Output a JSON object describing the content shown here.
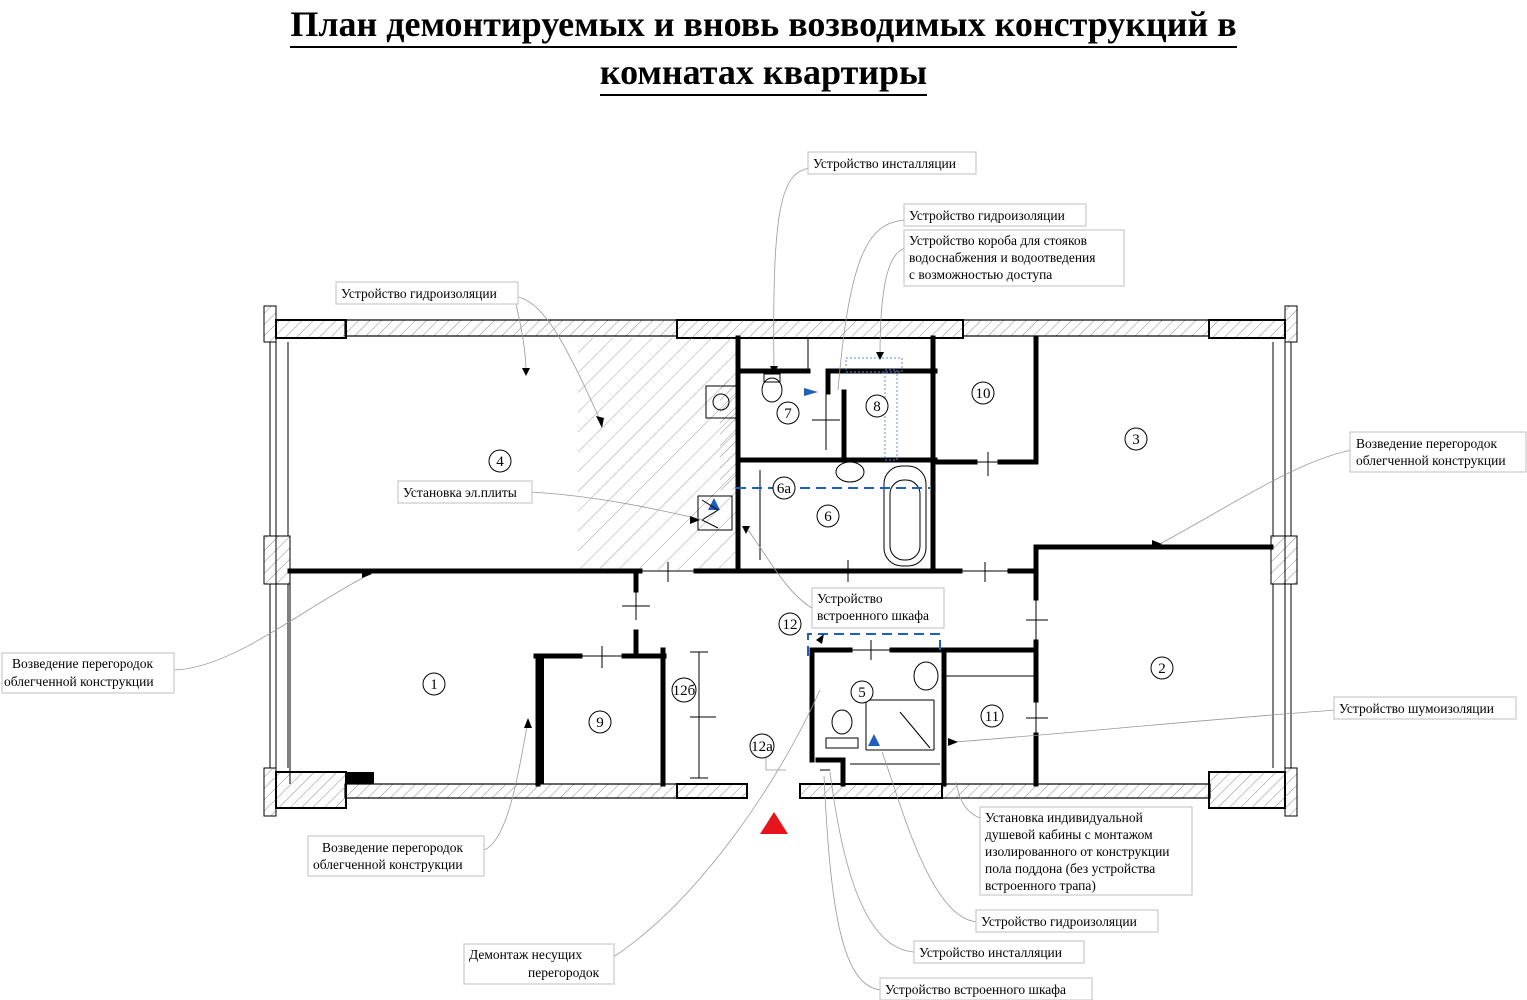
{
  "title": {
    "line1": "План демонтируемых и вновь возводимых конструкций в",
    "line2": "комнатах квартиры"
  },
  "rooms": [
    "1",
    "2",
    "3",
    "4",
    "5",
    "6",
    "6а",
    "7",
    "8",
    "9",
    "10",
    "11",
    "12",
    "12а",
    "12б"
  ],
  "callouts": {
    "installation_top": "Устройство инсталляции",
    "waterproof_top": "Устройство гидроизоляции",
    "riser_box_1": "Устройство короба для стояков",
    "riser_box_2": "водоснабжения и водоотведения",
    "riser_box_3": "с возможностью доступа",
    "waterproof_left": "Устройство гидроизоляции",
    "partition_right_1": "Возведение перегородок",
    "partition_right_2": "облегченной конструкции",
    "stove": "Установка эл.плиты",
    "builtin_wardrobe_1": "Устройство",
    "builtin_wardrobe_2": "встроенного шкафа",
    "partition_left_1": "Возведение перегородок",
    "partition_left_2": "облегченной конструкции",
    "soundproof": "Устройство шумоизоляции",
    "partition_bottom_1": "Возведение перегородок",
    "partition_bottom_2": "облегченной конструкции",
    "shower_1": "Установка индивидуальной",
    "shower_2": "душевой кабины с монтажом",
    "shower_3": "изолированного от конструкции",
    "shower_4": "пола поддона (без устройства",
    "shower_5": "встроенного трапа)",
    "waterproof_bottom": "Устройство гидроизоляции",
    "installation_bottom": "Устройство инсталляции",
    "demolish_1": "Демонтаж несущих",
    "demolish_2": "перегородок",
    "wardrobe_bottom": "Устройство встроенного шкафа"
  },
  "colors": {
    "line": "#000000",
    "hatch": "#9a9a9a",
    "blue": "#1f5fbf",
    "fixture_blue": "#5b8fd6",
    "entrance_marker": "#e8141c"
  }
}
